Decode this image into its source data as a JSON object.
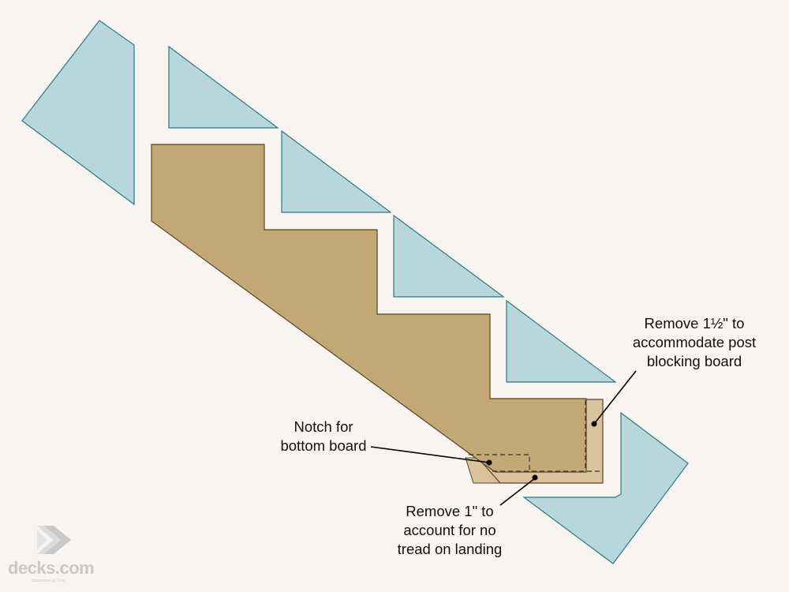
{
  "colors": {
    "background": "#f7f4f1",
    "tread_fill": "#b8d7dc",
    "tread_stroke": "#2d7a84",
    "stringer_fill": "#c3a876",
    "stringer_stroke": "#5c4421",
    "removed_fill": "#d9c39c",
    "cut_line": "#333333",
    "leader_line": "#000000",
    "logo_color": "#c9c9c9"
  },
  "callouts": {
    "top": {
      "lines": [
        "Remove 1½\" to",
        "accommodate post",
        "blocking board"
      ]
    },
    "notch": {
      "lines": [
        "Notch for",
        "bottom board"
      ]
    },
    "bottom": {
      "lines": [
        "Remove 1\" to",
        "account for no",
        "tread on landing"
      ]
    }
  },
  "logo": {
    "brand": "decks.com",
    "tagline": "Sponsored by Trex",
    "icon": "chevron-arrows-icon"
  }
}
